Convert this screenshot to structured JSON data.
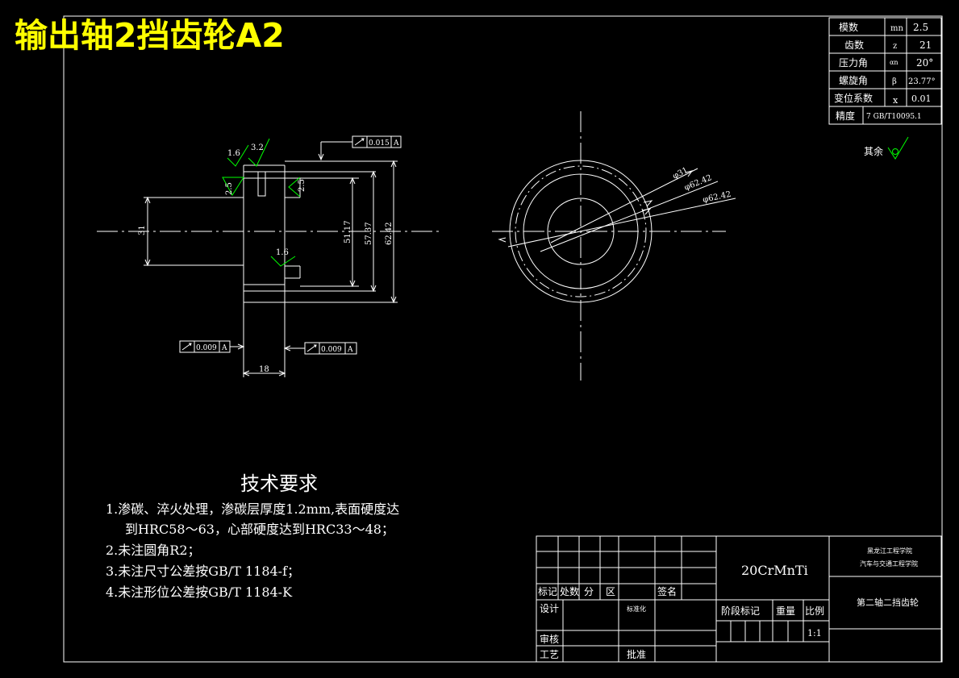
{
  "title": "输出轴2挡齿轮A2",
  "params": [
    {
      "label": "模数",
      "symbol": "mn",
      "value": "2.5"
    },
    {
      "label": "齿数",
      "symbol": "z",
      "value": "21"
    },
    {
      "label": "压力角",
      "symbol": "αn",
      "value": "20°"
    },
    {
      "label": "螺旋角",
      "symbol": "β",
      "value": "23.77°"
    },
    {
      "label": "变位系数",
      "symbol": "x",
      "value": "0.01"
    },
    {
      "label": "精度",
      "value": "7 GB/T10095.1"
    }
  ],
  "rest_roughness": "其余",
  "side_view": {
    "roughness": [
      "1.6",
      "3.2",
      "2.5",
      "2.5",
      "1.6"
    ],
    "tolerances": [
      {
        "value": "0.015",
        "datum": "A"
      },
      {
        "value": "0.009",
        "datum": "A"
      },
      {
        "value": "0.009",
        "datum": "A"
      }
    ],
    "dims": {
      "bore": "31",
      "d1": "51.17",
      "d2": "57.37",
      "d3": "62.42",
      "width": "18"
    }
  },
  "front_view": {
    "dims": [
      "φ31",
      "φ62.42",
      "φ62.42"
    ]
  },
  "tech": {
    "heading": "技术要求",
    "lines": [
      "1.渗碳、淬火处理，渗碳层厚度1.2mm,表面硬度达",
      "到HRC58～63，心部硬度达到HRC33～48；",
      "2.未注圆角R2；",
      "3.未注尺寸公差按GB/T 1184-f；",
      "4.未注形位公差按GB/T 1184-K"
    ]
  },
  "title_block": {
    "material": "20CrMnTi",
    "school_1": "黑龙江工程学院",
    "school_2": "汽车与交通工程学院",
    "drawing_name": "第二轴二挡齿轮",
    "rev_headers": [
      "标记",
      "处数",
      "分",
      "区",
      "签名"
    ],
    "design": "设计",
    "standard": "标准化",
    "stage_mark": "阶段标记",
    "weight": "重量",
    "ratio": "比例",
    "ratio_value": "1:1",
    "review": "审核",
    "process": "工艺",
    "approve": "批准"
  }
}
